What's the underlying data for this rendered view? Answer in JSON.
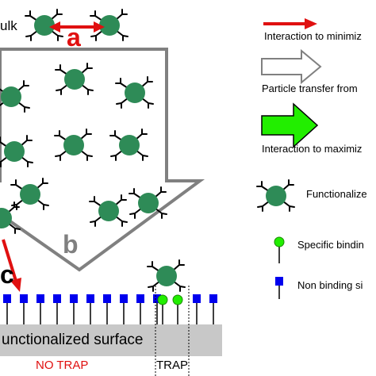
{
  "labels": {
    "bulk": "ulk",
    "a": "a",
    "b": "b",
    "c": "c",
    "surface": "unctionalized surface",
    "no_trap": "NO TRAP",
    "trap": "TRAP"
  },
  "legend": [
    {
      "text": "Interaction to minimiz",
      "icon": "red-arrow-icon"
    },
    {
      "text": "Particle transfer from",
      "icon": "hollow-arrow-icon"
    },
    {
      "text": "Interaction to maximiz",
      "icon": "green-arrow-icon"
    },
    {
      "text": "Functionalize",
      "icon": "particle-icon"
    },
    {
      "text": "Specific bindin",
      "icon": "specific-site-icon"
    },
    {
      "text": "Non binding si",
      "icon": "nonbinding-site-icon"
    }
  ],
  "colors": {
    "particle": "#2e8b57",
    "red_arrow": "#e01010",
    "green_arrow": "#22ee00",
    "specific_site": "#22ee00",
    "nonbinding_site": "#0000ee",
    "surface": "#c8c8c8",
    "big_arrow": "#7f7f7f",
    "no_trap_text": "#e01010"
  }
}
